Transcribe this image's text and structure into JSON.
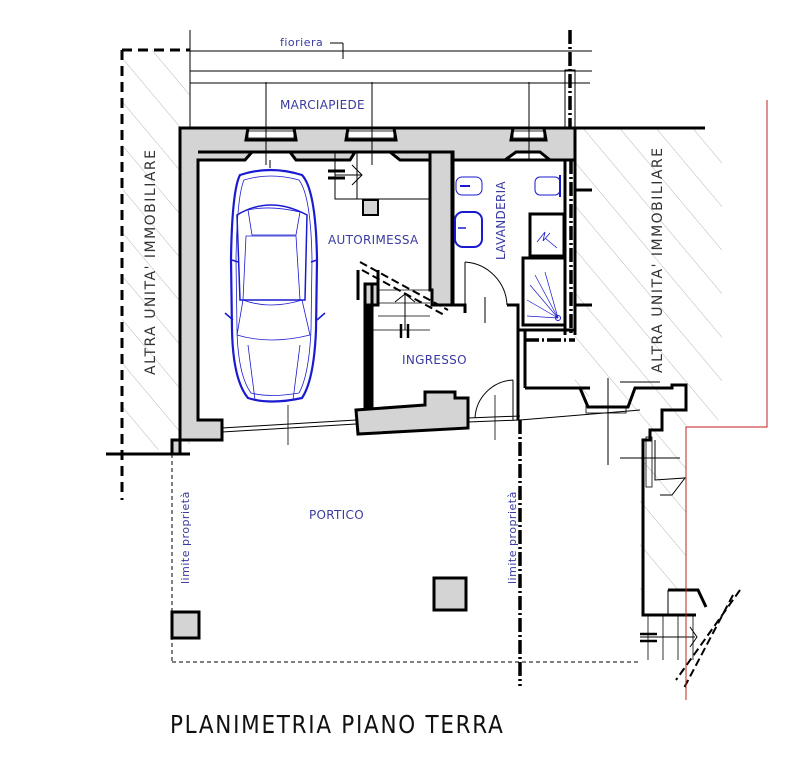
{
  "drawing": {
    "title": "PLANIMETRIA PIANO TERRA",
    "accent_colors": {
      "labels": "#3a3aa0",
      "car_outline": "#1a1ad0",
      "boundary_red": "#c02020",
      "wall_fill": "#d4d4d4"
    }
  },
  "labels": {
    "fioriera": "fioriera",
    "marciapiede": "MARCIAPIEDE",
    "autorimessa": "AUTORIMESSA",
    "lavanderia": "LAVANDERIA",
    "ingresso": "INGRESSO",
    "portico": "PORTICO",
    "altra_unita_left": "ALTRA UNITA' IMMOBILIARE",
    "altra_unita_right": "ALTRA UNITA' IMMOBILIARE",
    "limite_left": "limite proprietà",
    "limite_right": "limite proprietà"
  },
  "rooms": [
    {
      "name": "AUTORIMESSA",
      "contains": [
        "car"
      ]
    },
    {
      "name": "LAVANDERIA",
      "contains": [
        "bidet",
        "sink",
        "toilet",
        "shower"
      ]
    },
    {
      "name": "INGRESSO",
      "contains": [
        "stairs"
      ]
    },
    {
      "name": "PORTICO",
      "contains": [
        "pillar",
        "pillar"
      ]
    }
  ]
}
